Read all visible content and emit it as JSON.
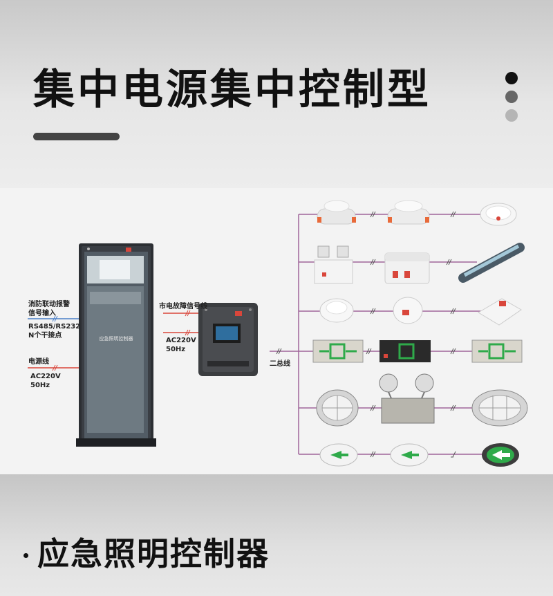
{
  "header": {
    "title": "集中电源集中控制型"
  },
  "footer": {
    "title": "应急照明控制器"
  },
  "diagram": {
    "labels": {
      "fire_signal_l1": "消防联动报警",
      "fire_signal_l2": "信号输入",
      "rs485": "RS485/RS232",
      "contacts": "N个干接点",
      "power_line": "电源线",
      "power_spec_l1": "AC220V",
      "power_spec_l2": "50Hz",
      "mains_fault": "市电故障信号线",
      "psu_spec_l1": "AC220V",
      "psu_spec_l2": "50Hz",
      "bus": "二总线",
      "cabinet_label": "应急照明控制器"
    }
  },
  "colors": {
    "wire_purple": "#a0659a",
    "wire_blue": "#4a7fc8",
    "wire_red": "#d9463b",
    "sign_green": "#2faa4a"
  }
}
